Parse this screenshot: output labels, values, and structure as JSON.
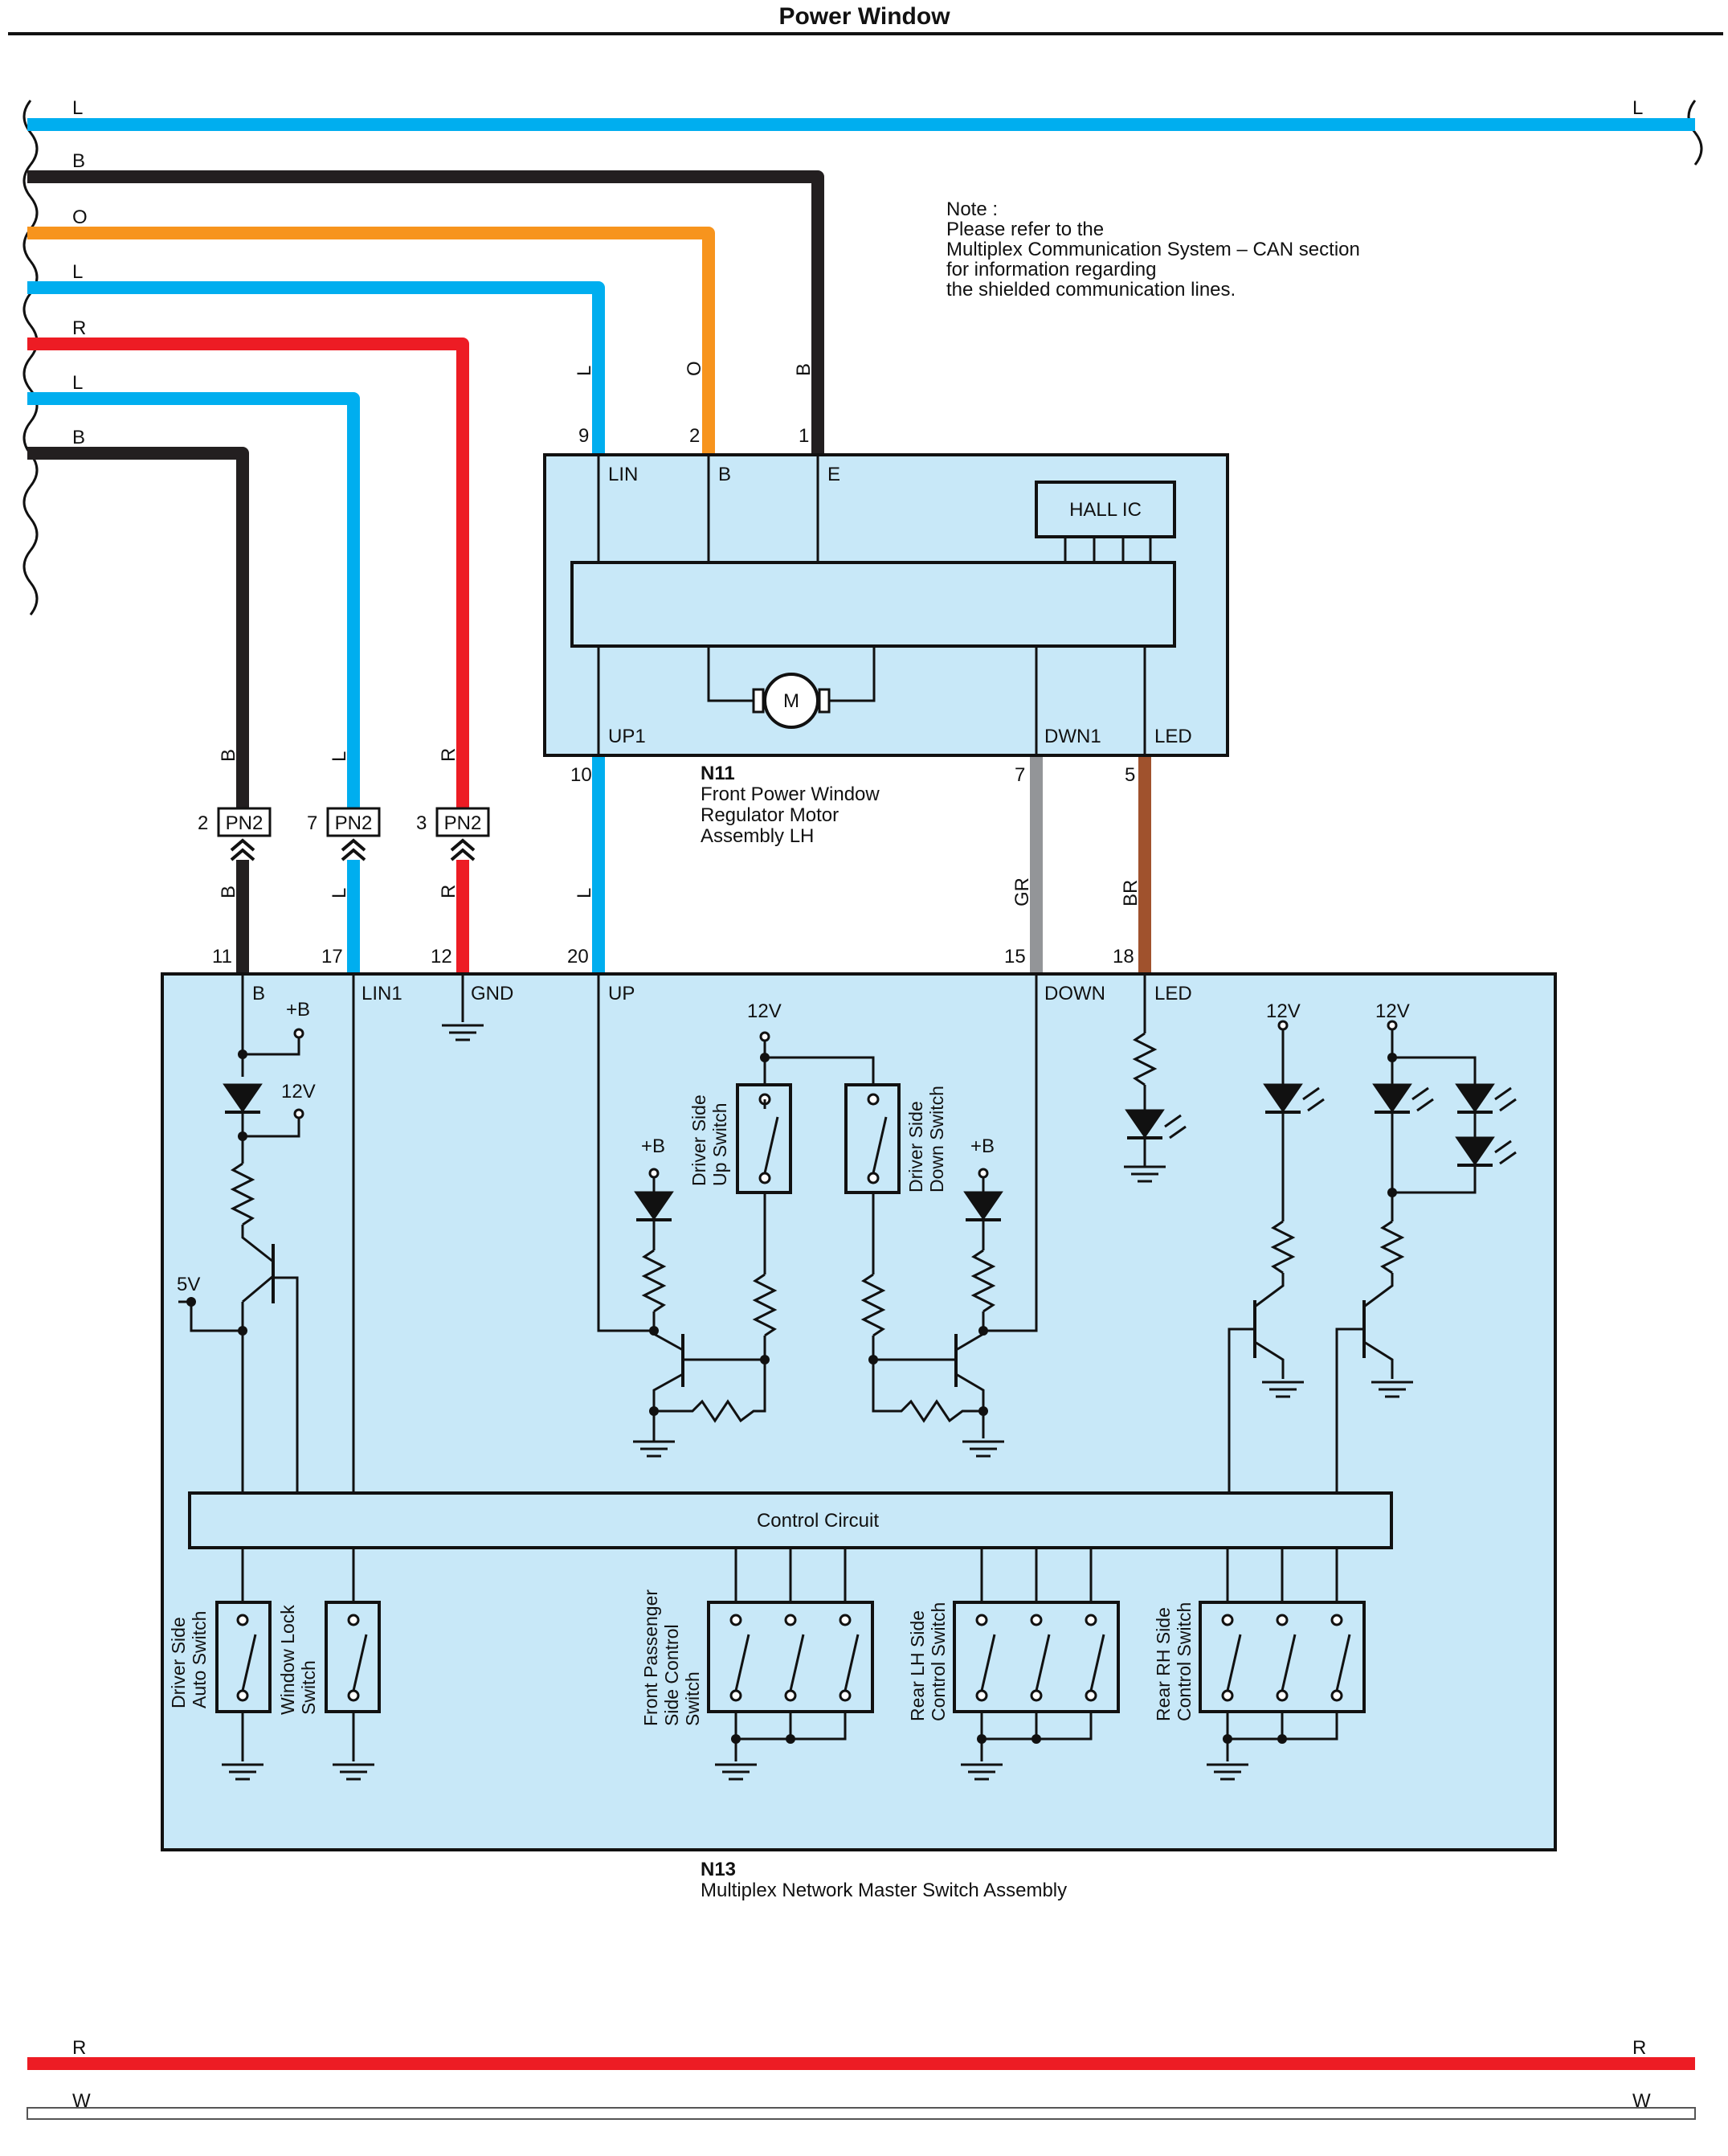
{
  "title": "Power Window",
  "note": [
    "Note :",
    "Please refer to the",
    "Multiplex Communication System – CAN section",
    "for information regarding",
    "the shielded communication lines."
  ],
  "colors": {
    "L": "#00aeef",
    "B": "#231f20",
    "O": "#f7941d",
    "R": "#ed1c24",
    "GR": "#939598",
    "BR": "#a0522d",
    "W": "#ffffff",
    "box_fill": "#c8e8f8"
  },
  "bus_wires": {
    "top": {
      "left": "L",
      "right": "L"
    },
    "left_side": [
      "B",
      "O",
      "L",
      "R",
      "L",
      "B"
    ],
    "bottom_red": {
      "left": "R",
      "right": "R"
    },
    "bottom_white": {
      "left": "W",
      "right": "W"
    }
  },
  "n11": {
    "code": "N11",
    "name": [
      "Front Power Window",
      "Regulator Motor",
      "Assembly LH"
    ],
    "terminals": [
      {
        "pin": "9",
        "name": "LIN",
        "wire": "L"
      },
      {
        "pin": "2",
        "name": "B",
        "wire": "O"
      },
      {
        "pin": "1",
        "name": "E",
        "wire": "B"
      },
      {
        "pin": "10",
        "name": "UP1",
        "wire": "L"
      },
      {
        "pin": "7",
        "name": "DWN1",
        "wire": "GR"
      },
      {
        "pin": "5",
        "name": "LED",
        "wire": "BR"
      }
    ],
    "hall_ic": "HALL IC",
    "motor": "M"
  },
  "connectors": [
    {
      "pin": "2",
      "name": "PN2",
      "wire": "B"
    },
    {
      "pin": "7",
      "name": "PN2",
      "wire": "L"
    },
    {
      "pin": "3",
      "name": "PN2",
      "wire": "R"
    }
  ],
  "n13": {
    "code": "N13",
    "name": "Multiplex Network Master Switch Assembly",
    "terminals": [
      {
        "pin": "11",
        "name": "B",
        "wire": "B"
      },
      {
        "pin": "17",
        "name": "LIN1",
        "wire": "L"
      },
      {
        "pin": "12",
        "name": "GND",
        "wire": "R"
      },
      {
        "pin": "20",
        "name": "UP",
        "wire": "L"
      },
      {
        "pin": "15",
        "name": "DOWN",
        "wire": "GR"
      },
      {
        "pin": "18",
        "name": "LED",
        "wire": "BR"
      }
    ],
    "control_circuit": "Control Circuit",
    "supply_labels": {
      "plus_b": "+B",
      "v12": "12V",
      "v5": "5V"
    },
    "switches": {
      "driver_up": [
        "Driver Side",
        "Up Switch"
      ],
      "driver_down": [
        "Driver Side",
        "Down Switch"
      ],
      "driver_auto": [
        "Driver Side",
        "Auto Switch"
      ],
      "window_lock": [
        "Window Lock",
        "Switch"
      ],
      "front_passenger": [
        "Front Passenger",
        "Side Control",
        "Switch"
      ],
      "rear_lh": [
        "Rear LH Side",
        "Control Switch"
      ],
      "rear_rh": [
        "Rear RH Side",
        "Control Switch"
      ]
    }
  }
}
